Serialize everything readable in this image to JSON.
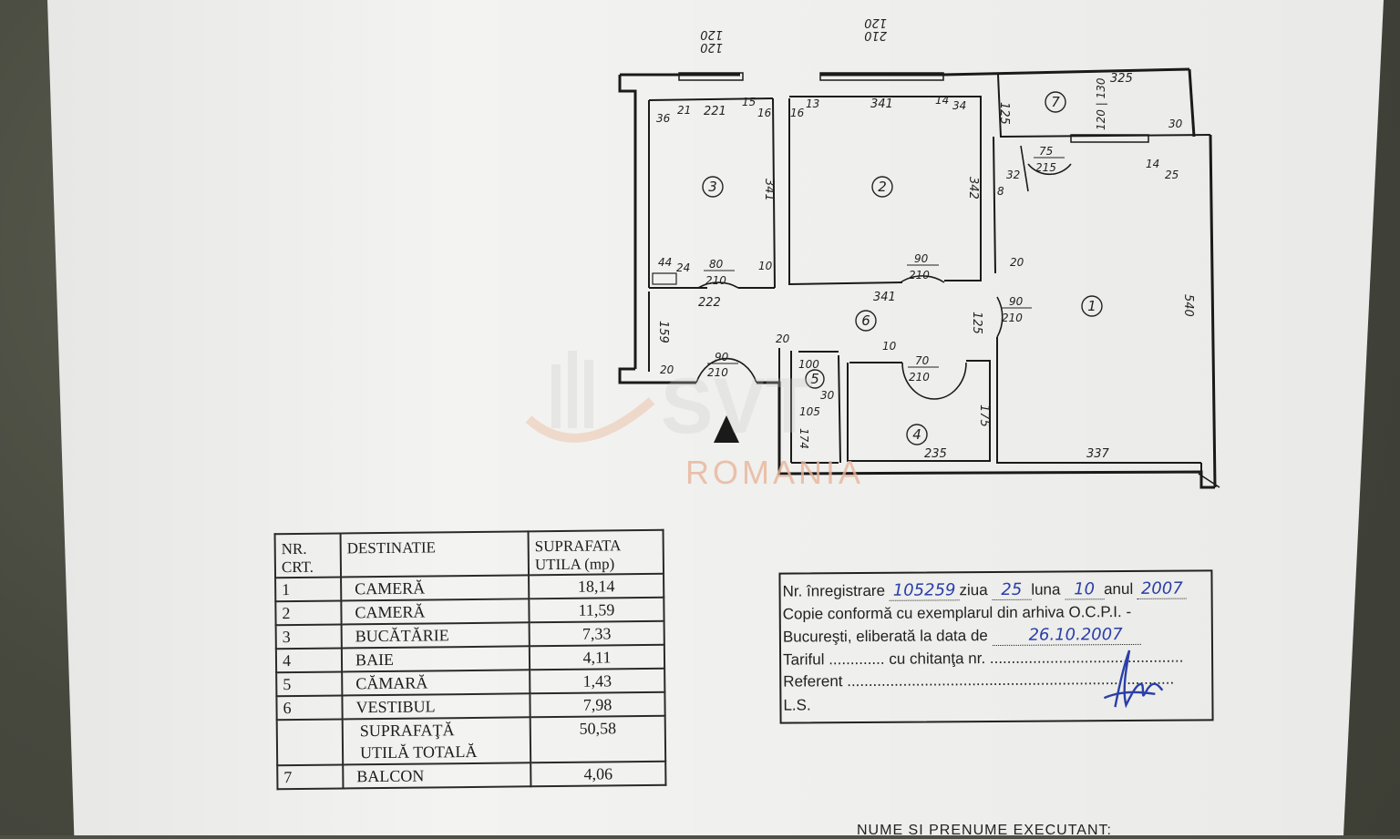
{
  "plan": {
    "top_dims": {
      "win_left": "120\n120",
      "win_mid": "210\n120"
    },
    "dims": {
      "d325": "325",
      "d125a": "125",
      "d120_130": "120 | 130",
      "d30a": "30",
      "d36": "36",
      "d21": "21",
      "d221": "221",
      "d15": "15",
      "d16a": "16",
      "d16b": "16",
      "d13": "13",
      "d341a": "341",
      "d14a": "14",
      "d34": "34",
      "d75_215": "75\n215",
      "d32": "32",
      "d8": "8",
      "d14b": "14",
      "d25": "25",
      "d341b": "341",
      "d342": "342",
      "d540": "540",
      "d44": "44",
      "d24": "24",
      "d80_210": "80\n210",
      "d10a": "10",
      "d90_210a": "90\n210",
      "d20a": "20",
      "d222": "222",
      "d341c": "341",
      "d90_210b": "90\n210",
      "d125b": "125",
      "d159": "159",
      "d20b": "20",
      "d90_210c": "90\n210",
      "d20c": "20",
      "d100": "100",
      "d10b": "10",
      "d70_210": "70\n210",
      "d30b": "30",
      "d105": "105",
      "d174": "174",
      "d175": "175",
      "d235": "235",
      "d337": "337"
    },
    "rooms": [
      "1",
      "2",
      "3",
      "4",
      "5",
      "6",
      "7"
    ]
  },
  "watermark": {
    "brand": "SVT",
    "country": "ROMANIA"
  },
  "legend": {
    "headers": [
      "NR.\nCRT.",
      "DESTINATIE",
      "SUPRAFATA\nUTILA (mp)"
    ],
    "rows": [
      {
        "nr": "1",
        "dest": "CAMERĂ",
        "area": "18,14"
      },
      {
        "nr": "2",
        "dest": "CAMERĂ",
        "area": "11,59"
      },
      {
        "nr": "3",
        "dest": "BUCĂTĂRIE",
        "area": "7,33"
      },
      {
        "nr": "4",
        "dest": "BAIE",
        "area": "4,11"
      },
      {
        "nr": "5",
        "dest": "CĂMARĂ",
        "area": "1,43"
      },
      {
        "nr": "6",
        "dest": "VESTIBUL",
        "area": "7,98"
      }
    ],
    "total": {
      "label": "SUPRAFAŢĂ\nUTILĂ TOTALĂ",
      "area": "50,58"
    },
    "balcony": {
      "nr": "7",
      "dest": "BALCON",
      "area": "4,06"
    }
  },
  "registration": {
    "line1_prefix": "Nr. înregistrare",
    "reg_number": "105259",
    "ziua_label": "ziua",
    "ziua": "25",
    "luna_label": "luna",
    "luna": "10",
    "anul_label": "anul",
    "anul": "2007",
    "line2": "Copie conformă cu exemplarul din arhiva O.C.P.I. -",
    "line3_prefix": "Bucureşti, eliberată la data de",
    "date": "26.10.2007",
    "line4": "Tariful ............. cu chitanţa nr. .............................................",
    "line5": "Referent ............................................................................",
    "line6": "L.S."
  },
  "footer_cut": "NUME SI PRENUME EXECUTANT:"
}
